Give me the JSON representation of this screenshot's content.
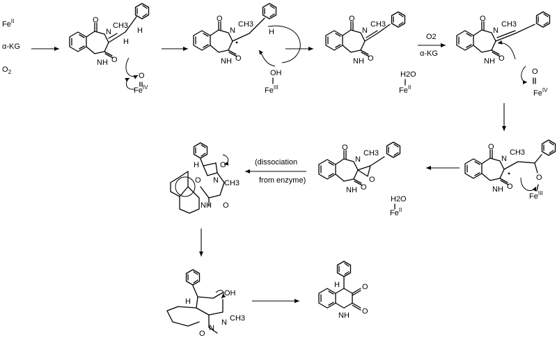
{
  "reagents_start": {
    "fe": "Fe",
    "fe_ox": "II",
    "akg": "α-KG",
    "o2": "O",
    "o2_sub": "2"
  },
  "atoms": {
    "O": "O",
    "N": "N",
    "NH": "NH",
    "H": "H",
    "CH3": "CH3",
    "OH": "OH",
    "Fe": "Fe",
    "H2O": "H2O"
  },
  "oxidation": {
    "iv": "IV",
    "iii": "III",
    "ii": "II"
  },
  "step4_reagents": {
    "o2": "O2",
    "akg": "α-KG"
  },
  "dissociation_note": {
    "line1": "(dissociation",
    "line2": "from enzyme)"
  },
  "byproducts": {
    "water": "H2O",
    "fe_ii": "Fe",
    "fe_ii_sup": "II"
  }
}
